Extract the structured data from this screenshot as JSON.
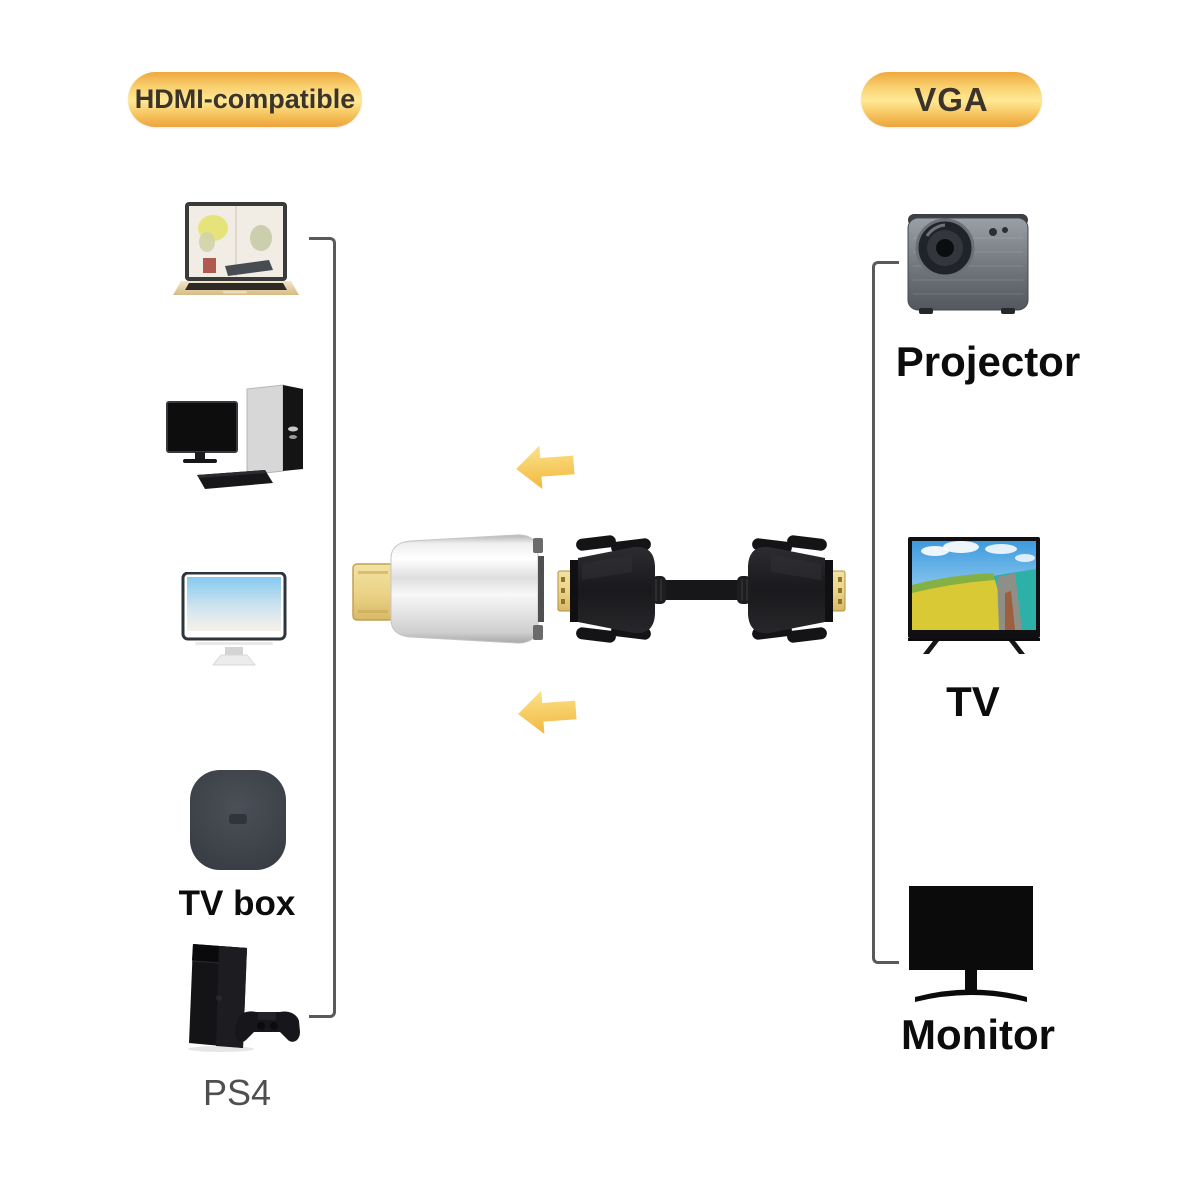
{
  "title_badges": {
    "left": "HDMI-compatible",
    "right": "VGA"
  },
  "left_column": {
    "devices": [
      {
        "icon": "laptop-icon",
        "label": null
      },
      {
        "icon": "desktop-computer-icon",
        "label": null
      },
      {
        "icon": "imac-monitor-icon",
        "label": null
      },
      {
        "icon": "tv-box-icon",
        "label": "TV box"
      },
      {
        "icon": "ps4-console-icon",
        "label": "PS4"
      }
    ]
  },
  "right_column": {
    "devices": [
      {
        "icon": "projector-icon",
        "label": "Projector"
      },
      {
        "icon": "tv-icon",
        "label": "TV"
      },
      {
        "icon": "monitor-icon",
        "label": "Monitor"
      }
    ]
  },
  "center": {
    "adapter_icon": "hdmi-to-vga-adapter-icon",
    "cable_icon": "vga-cable-icon",
    "arrow_icons": [
      "left-arrow-icon",
      "left-arrow-icon"
    ]
  },
  "colors": {
    "background": "#ffffff",
    "badge_gradient_top": "#f0a83e",
    "badge_gradient_light": "#ffe996",
    "badge_text": "#3c332a",
    "arrow_yellow": "#f4c243",
    "bracket_gray": "#5a5a5a",
    "hdmi_gold": "#e8d189",
    "device_label_black": "#0c0c0c",
    "ps4_label_gray": "#4f4f4f"
  }
}
